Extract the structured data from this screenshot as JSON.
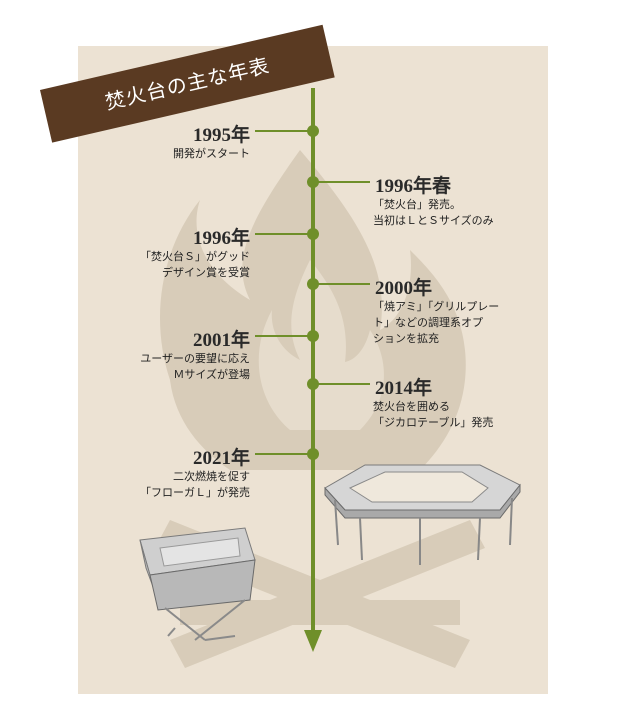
{
  "title": "焚火台の主な年表",
  "colors": {
    "paper": "#ece2d3",
    "flame": "#d9cdbb",
    "banner": "#5a3a22",
    "timeline": "#6f8f2a",
    "text": "#222222"
  },
  "events": [
    {
      "year": "1995年",
      "lines": [
        "開発がスタート"
      ]
    },
    {
      "year": "1996年春",
      "lines": [
        "「焚火台」発売。",
        "当初はＬとＳサイズのみ"
      ]
    },
    {
      "year": "1996年",
      "lines": [
        "「焚火台Ｓ」がグッド",
        "デザイン賞を受賞"
      ]
    },
    {
      "year": "2000年",
      "lines": [
        "「焼アミ」「グリルプレー",
        "ト」などの調理系オプ",
        "ションを拡充"
      ]
    },
    {
      "year": "2001年",
      "lines": [
        "ユーザーの要望に応え",
        "Ｍサイズが登場"
      ]
    },
    {
      "year": "2014年",
      "lines": [
        "焚火台を囲める",
        "「ジカロテーブル」発売"
      ]
    },
    {
      "year": "2021年",
      "lines": [
        "二次燃焼を促す",
        "「フローガＬ」が発売"
      ]
    }
  ]
}
